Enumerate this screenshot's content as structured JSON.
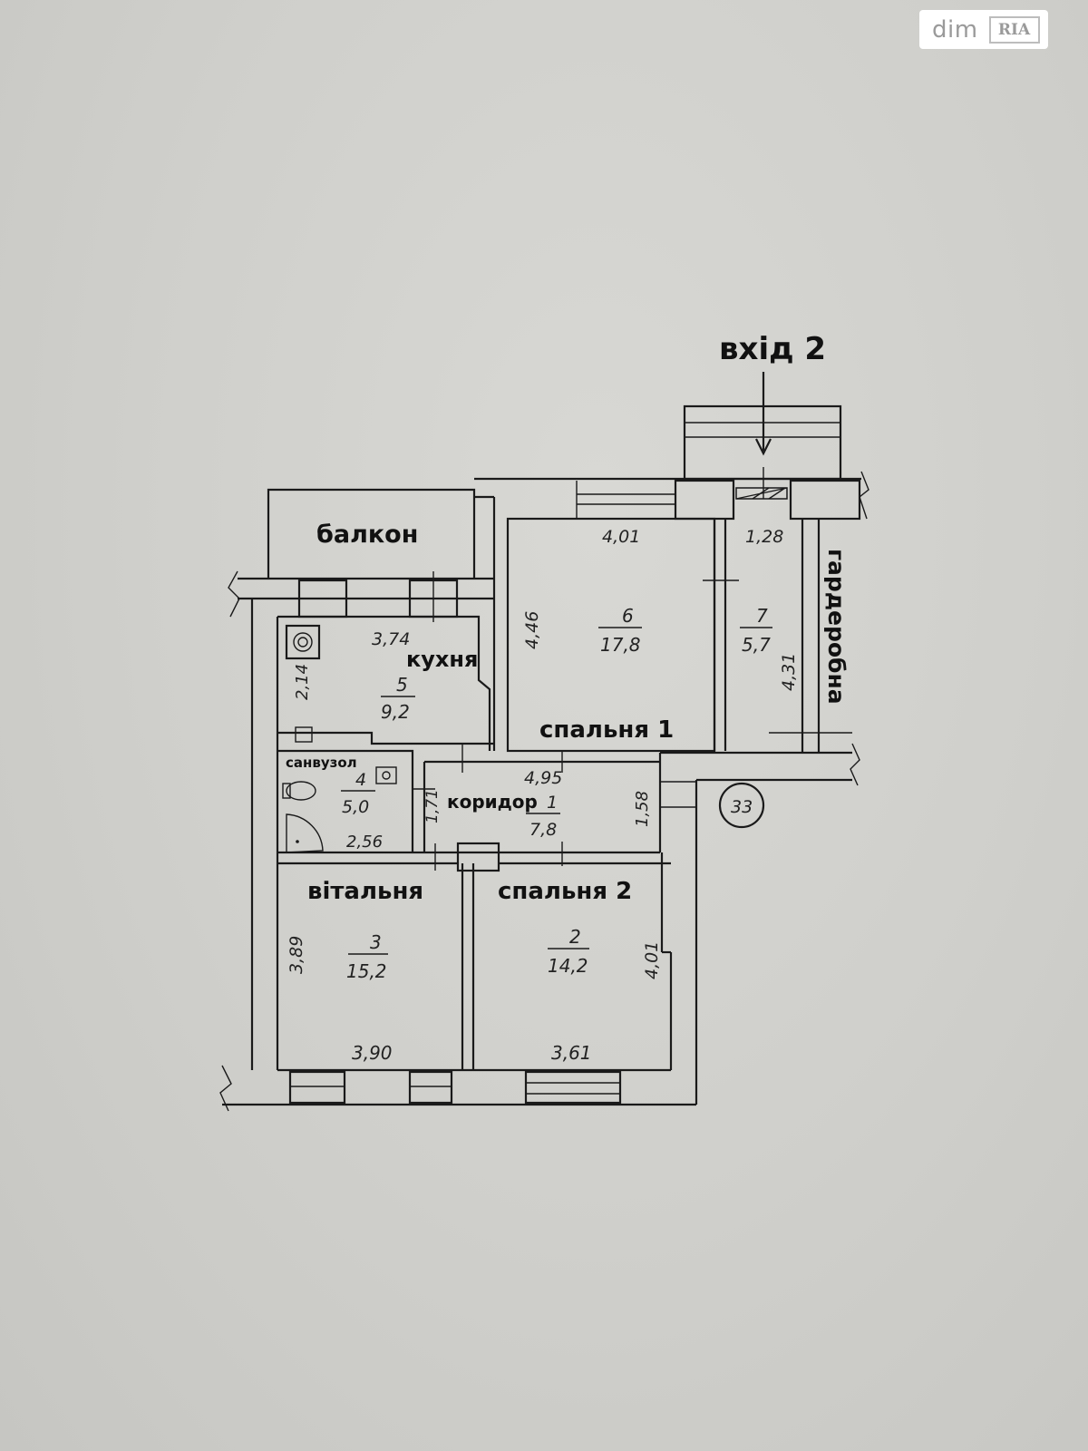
{
  "logo": {
    "text": "dim",
    "badge": "RIA"
  },
  "labels": {
    "entrance": "вхід 2",
    "balcony": "балкон",
    "kitchen": "кухня",
    "bedroom1": "спальня 1",
    "wardrobe": "гардеробна",
    "bathroom": "санвузол",
    "corridor": "коридор",
    "living": "вітальня",
    "bedroom2": "спальня 2"
  },
  "rooms": {
    "kitchen": {
      "number": "5",
      "area": "9,2"
    },
    "bedroom1": {
      "number": "6",
      "area": "17,8"
    },
    "wardrobe": {
      "number": "7",
      "area": "5,7"
    },
    "bathroom": {
      "number": "4",
      "area": "5,0"
    },
    "corridor": {
      "number": "1",
      "area": "7,8"
    },
    "living": {
      "number": "3",
      "area": "15,2"
    },
    "bedroom2": {
      "number": "2",
      "area": "14,2"
    }
  },
  "dimensions": {
    "kitchen_width": "3,74",
    "kitchen_depth": "2,14",
    "bedroom1_width": "4,01",
    "bedroom1_depth": "4,46",
    "wardrobe_width": "1,28",
    "wardrobe_depth": "4,31",
    "corridor_length": "4,95",
    "corridor_width_left": "1,71",
    "corridor_width_right": "1,58",
    "bathroom_width": "2,56",
    "living_depth": "3,89",
    "living_width": "3,90",
    "bedroom2_width": "3,61",
    "bedroom2_depth": "4,01"
  },
  "apartment_number": "33"
}
